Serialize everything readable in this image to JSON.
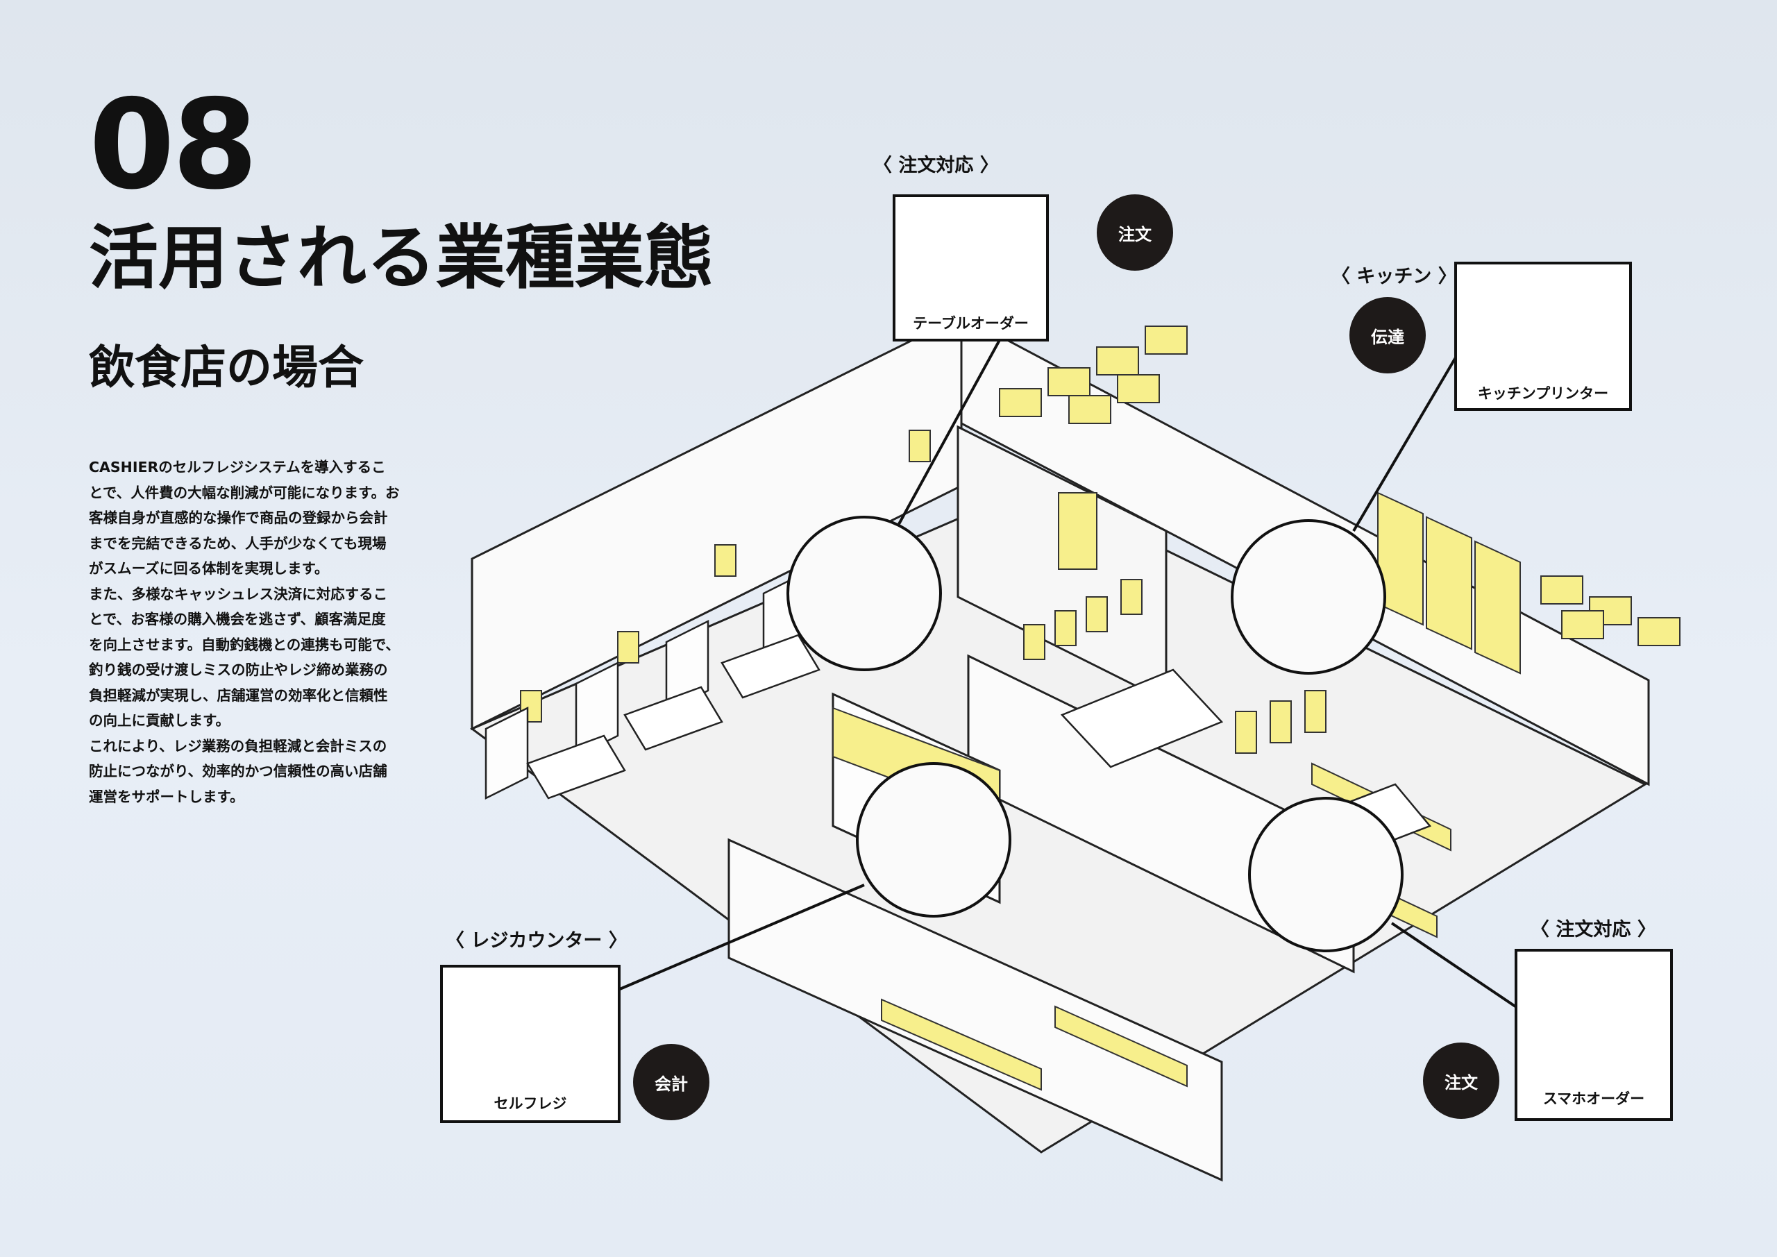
{
  "header": {
    "number": "08",
    "title": "活用される業種業態",
    "subtitle": "飲食店の場合"
  },
  "description": {
    "paragraphs": [
      "CASHIERのセルフレジシステムを導入することで、人件費の大幅な削減が可能になります。お客様自身が直感的な操作で商品の登録から会計までを完結できるため、人手が少なくても現場がスムーズに回る体制を実現します。",
      "また、多様なキャッシュレス決済に対応することで、お客様の購入機会を逃さず、顧客満足度を向上させます。自動釣銭機との連携も可能で、釣り銭の受け渡しミスの防止やレジ締め業務の負担軽減が実現し、店舗運営の効率化と信頼性の向上に貢献します。",
      "これにより、レジ業務の負担軽減と会計ミスの防止につながり、効率的かつ信頼性の高い店舗運営をサポートします。"
    ]
  },
  "callouts": {
    "table_order": {
      "category": "〈 注文対応 〉",
      "device": "テーブルオーダー",
      "action": "注文"
    },
    "kitchen": {
      "category": "〈 キッチン 〉",
      "device": "キッチンプリンター",
      "action": "伝達"
    },
    "register": {
      "category": "〈 レジカウンター 〉",
      "device": "セルフレジ",
      "action": "会計"
    },
    "smartphone": {
      "category": "〈 注文対応 〉",
      "device": "スマホオーダー",
      "action": "注文"
    }
  },
  "colors": {
    "accent_yellow": "#f7ef8c",
    "bubble": "#1e1a19",
    "line": "#111111",
    "floor": "#f0f0f0"
  }
}
